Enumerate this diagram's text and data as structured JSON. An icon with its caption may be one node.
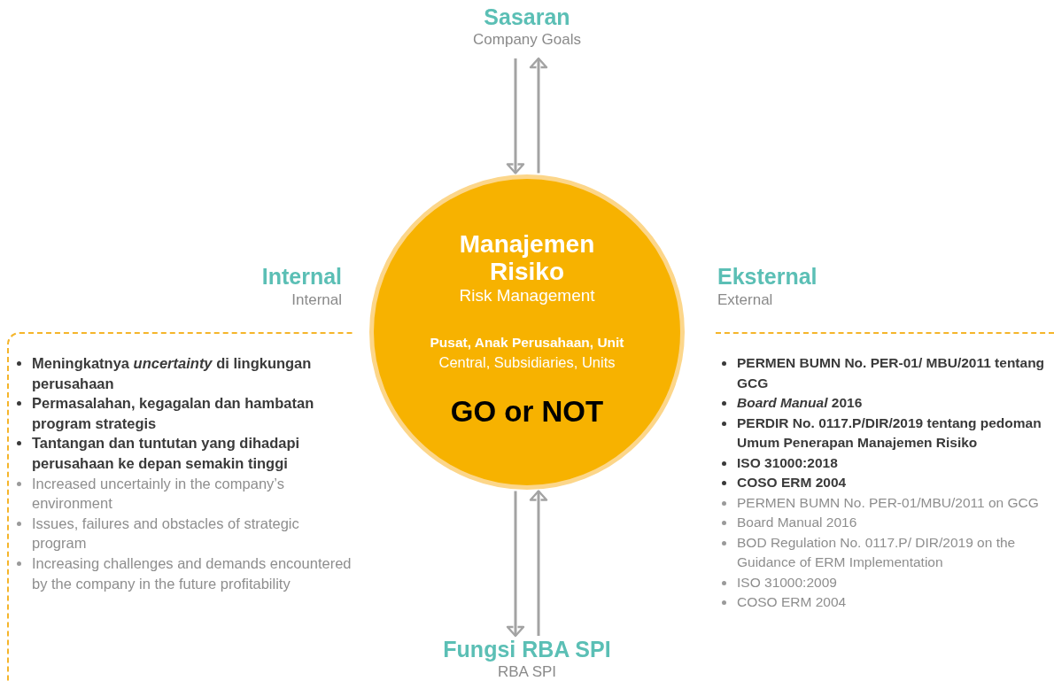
{
  "diagram": {
    "nodes": [
      {
        "text": [
          "Sasaran",
          "Company Goals"
        ]
      },
      {
        "text": [
          "Manajemen Risiko",
          "Risk Management",
          "Pusat, Anak Perusahaan, Unit",
          "Central, Subsidiaries, Units",
          "GO or NOT"
        ]
      },
      {
        "text": [
          "Fungsi RBA SPI",
          "RBA SPI"
        ]
      },
      {
        "text": [
          "Internal",
          "Internal"
        ]
      },
      {
        "text": [
          "Meningkatnya *uncertainty* di lingkungan perusahaan",
          "Permasalahan, kegagalan dan hambatan program strategis",
          "Tantangan dan tuntutan yang dihadapi perusahaan ke depan semakin tinggi"
        ],
        "in": 3
      },
      {
        "text": [
          "Increased uncertainly in the company’s environment",
          "Issues, failures and obstacles of strategic program",
          "Increasing challenges and demands encountered by the company in the future profitability"
        ],
        "in": 3
      },
      {
        "text": [
          "Eksternal",
          "External"
        ]
      },
      {
        "text": [
          "PERMEN BUMN No. PER-01/ MBU/2011 tentang GCG",
          "*Board Manual* 2016",
          "PERDIR No. 0117.P/DIR/2019 tentang pedoman Umum Penerapan Manajemen Risiko",
          "ISO 31000:2018",
          "COSO ERM 2004"
        ],
        "in": 6
      },
      {
        "text": [
          "PERMEN BUMN No. PER-01/MBU/2011 on GCG",
          "Board Manual 2016",
          "BOD Regulation No. 0117.P/ DIR/2019 on the Guidance of ERM Implementation",
          "ISO 31000:2009",
          "COSO ERM 2004"
        ],
        "in": 6
      }
    ],
    "edges": [
      {
        "from": 0,
        "to": 1,
        "arrow": "to"
      },
      {
        "from": 1,
        "to": 0,
        "arrow": "to"
      },
      {
        "from": 1,
        "to": 2,
        "arrow": "to"
      },
      {
        "from": 2,
        "to": 1,
        "arrow": "to"
      }
    ]
  }
}
